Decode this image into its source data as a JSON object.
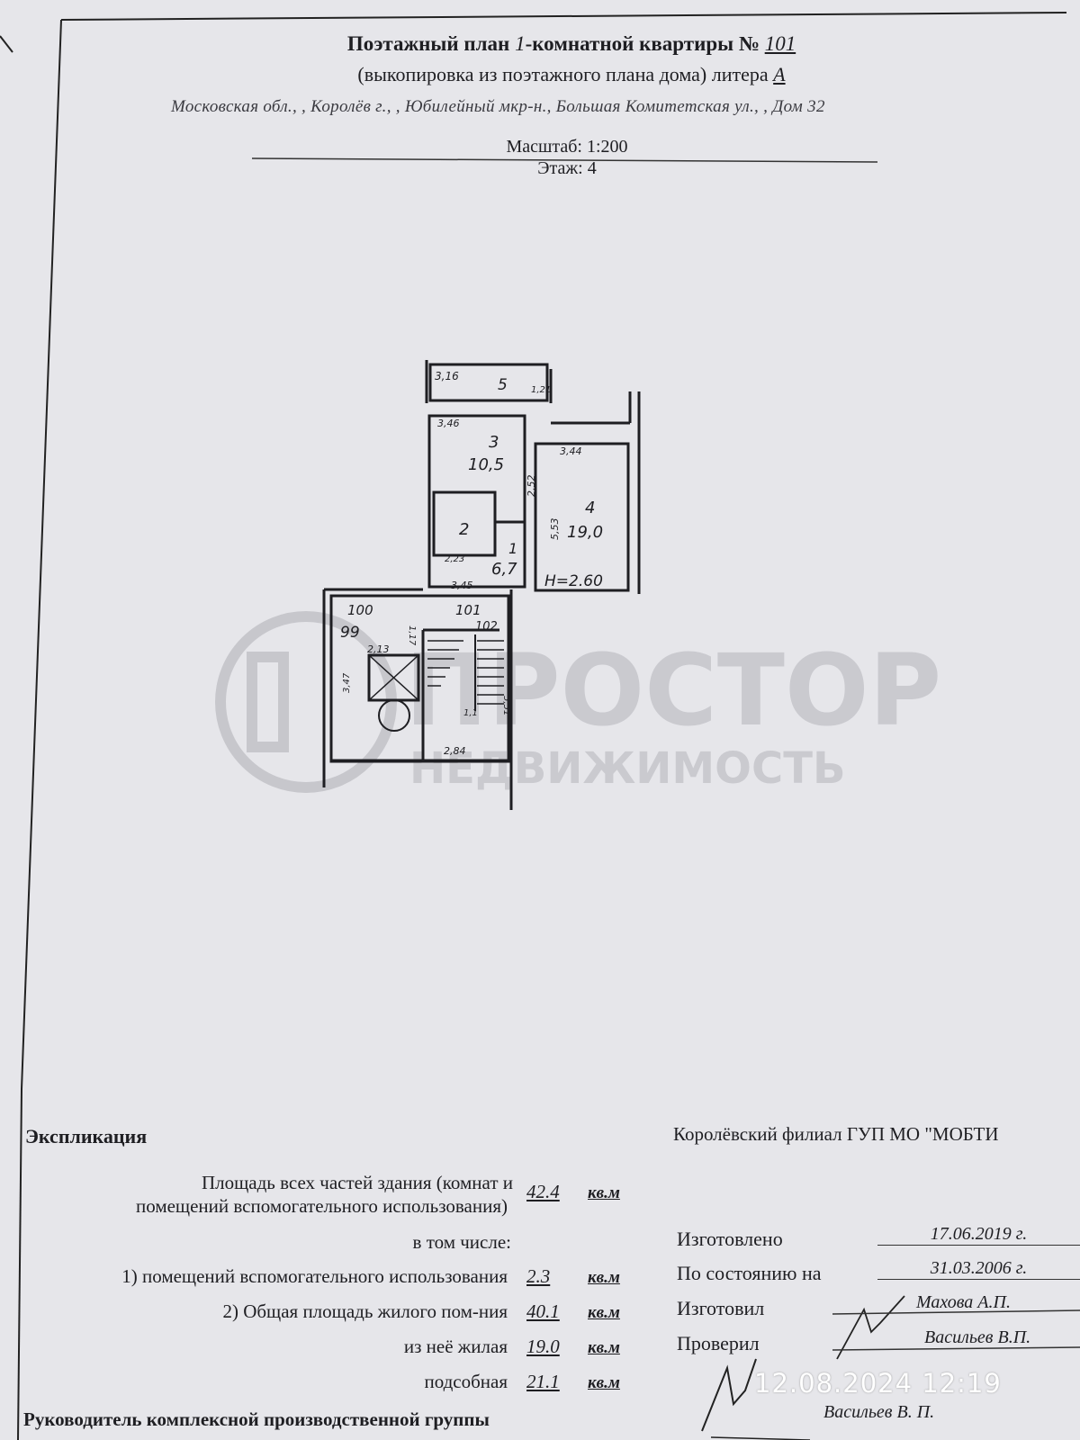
{
  "header": {
    "title_prefix": "Поэтажный план",
    "title_rooms": "1",
    "title_middle": "-комнатной квартиры №",
    "apartment_number": "101",
    "subtitle": "(выкопировка из поэтажного плана дома) литера",
    "litera": "А",
    "address": "Московская обл., , Королёв г., , Юбилейный мкр-н., Большая Комитетская ул., , Дом 32",
    "scale": "Масштаб: 1:200",
    "floor": "Этаж: 4"
  },
  "plan": {
    "rooms": [
      {
        "number": "5",
        "dims": [
          "3,16",
          "1,21"
        ]
      },
      {
        "number": "3",
        "area": "10,5",
        "dims": [
          "3,46",
          "2,52"
        ]
      },
      {
        "number": "4",
        "area": "19,0",
        "dims": [
          "3,44",
          "5,53"
        ]
      },
      {
        "number": "2",
        "dims": [
          "2,23"
        ]
      },
      {
        "number": "1",
        "area": "6,7",
        "dims": [
          "3,45"
        ]
      }
    ],
    "height": "Н=2.60",
    "neighbors": [
      "100",
      "99",
      "101",
      "102"
    ],
    "stair_dims": [
      "2,13",
      "1,17",
      "2,84",
      "5,51",
      "3,47",
      "1,1"
    ]
  },
  "watermark": {
    "line1": "ПРОСТОР",
    "line2": "НЕДВИЖИМОСТЬ"
  },
  "explication": {
    "title": "Экспликация",
    "total_label_1": "Площадь всех частей здания (комнат и",
    "total_label_2": "помещений вспомогательного использования)",
    "total_value": "42.4",
    "including": "в том числе:",
    "aux_label": "1) помещений вспомогательного использования",
    "aux_value": "2.3",
    "living_total_label": "2) Общая площадь жилого пом-ния",
    "living_total_value": "40.1",
    "living_label": "из неё жилая",
    "living_value": "19.0",
    "utility_label": "подсобная",
    "utility_value": "21.1",
    "unit": "кв.м",
    "head_label": "Руководитель комплексной производственной группы"
  },
  "office": {
    "name": "Королёвский филиал ГУП МО \"МОБТИ",
    "made_label": "Изготовлено",
    "made_value": "17.06.2019 г.",
    "state_label": "По состоянию на",
    "state_value": "31.03.2006 г.",
    "maker_label": "Изготовил",
    "maker_value": "Махова А.П.",
    "checker_label": "Проверил",
    "checker_value": "Васильев В.П.",
    "head_name": "Васильев В. П."
  },
  "photo_timestamp": "12.08.2024 12:19"
}
